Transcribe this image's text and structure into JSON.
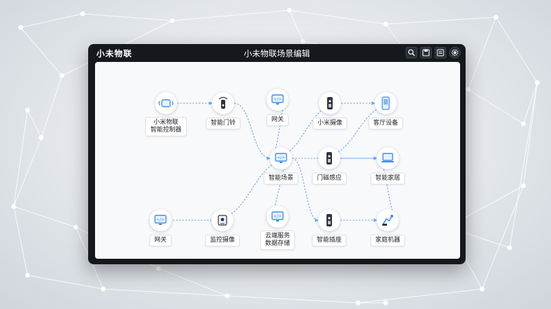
{
  "window": {
    "app_name": "小未物联",
    "scene_title": "小未物联场景编辑"
  },
  "toolbar": {
    "buttons": [
      {
        "name": "search-button",
        "icon": "search-icon"
      },
      {
        "name": "save-button",
        "icon": "save-icon"
      },
      {
        "name": "list-button",
        "icon": "list-icon"
      },
      {
        "name": "run-button",
        "icon": "gear-icon"
      }
    ]
  },
  "colors": {
    "accent": "#3d8ef0",
    "edge": "#6aa6f2",
    "window_bg": "#15181c",
    "canvas_bg": "#f8f9fb"
  },
  "nodes": [
    {
      "id": "n1",
      "icon": "sensor-icon",
      "label": "小米物联",
      "label2": "智能控制器"
    },
    {
      "id": "n2",
      "icon": "doorbell-icon",
      "label": "智能门铃",
      "label2": ""
    },
    {
      "id": "n3",
      "icon": "monitor-icon",
      "label": "网关",
      "label2": ""
    },
    {
      "id": "n4",
      "icon": "phone-device-icon",
      "label": "小米摄像",
      "label2": ""
    },
    {
      "id": "n5",
      "icon": "tablet-icon",
      "label": "客厅设备",
      "label2": ""
    },
    {
      "id": "n6",
      "icon": "monitor-icon",
      "label": "智能场景",
      "label2": ""
    },
    {
      "id": "n7",
      "icon": "phone-device-icon",
      "label": "门磁感应",
      "label2": ""
    },
    {
      "id": "n8",
      "icon": "laptop-icon",
      "label": "智能家居",
      "label2": ""
    },
    {
      "id": "n9",
      "icon": "monitor-icon",
      "label": "网关",
      "label2": ""
    },
    {
      "id": "n10",
      "icon": "camera-icon",
      "label": "监控摄像",
      "label2": ""
    },
    {
      "id": "n11",
      "icon": "monitor-icon",
      "label": "云端服务",
      "label2": "数据存储"
    },
    {
      "id": "n12",
      "icon": "phone-device-icon",
      "label": "智能插座",
      "label2": ""
    },
    {
      "id": "n13",
      "icon": "robot-icon",
      "label": "家庭机器",
      "label2": ""
    }
  ],
  "edges": [
    [
      "n1",
      "n2"
    ],
    [
      "n2",
      "n6"
    ],
    [
      "n3",
      "n6"
    ],
    [
      "n4",
      "n6"
    ],
    [
      "n4",
      "n5"
    ],
    [
      "n5",
      "n7"
    ],
    [
      "n7",
      "n8"
    ],
    [
      "n6",
      "n8"
    ],
    [
      "n6",
      "n10"
    ],
    [
      "n10",
      "n9"
    ],
    [
      "n6",
      "n11"
    ],
    [
      "n6",
      "n12"
    ],
    [
      "n12",
      "n13"
    ],
    [
      "n13",
      "n8"
    ]
  ]
}
